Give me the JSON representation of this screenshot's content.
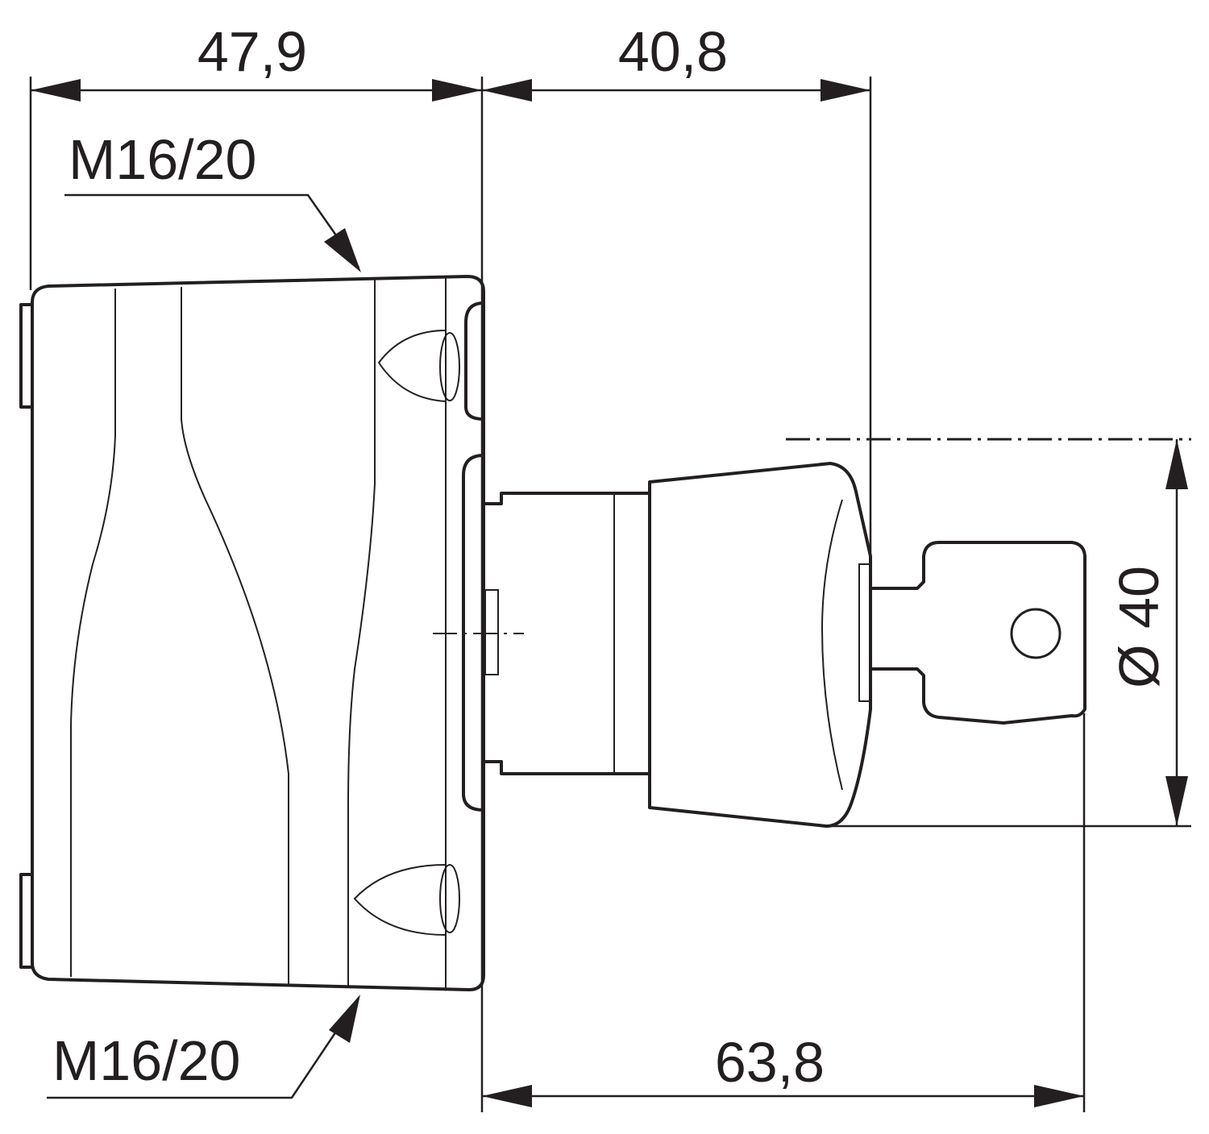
{
  "dimensions": {
    "housing_width": "47,9",
    "actuator_length": "40,8",
    "overall_front_length": "63,8",
    "diameter": "Ø 40"
  },
  "callouts": {
    "cable_entry_top": "M16/20",
    "cable_entry_bottom": "M16/20"
  }
}
